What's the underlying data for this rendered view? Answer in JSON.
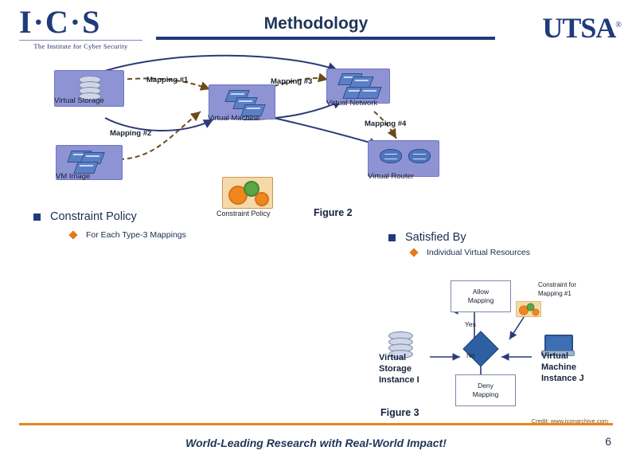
{
  "header": {
    "logo_word": "I·C·S",
    "logo_sub": "The Institute for Cyber Security",
    "title": "Methodology",
    "utsa": "UTSA",
    "utsa_reg": "®"
  },
  "figure2": {
    "nodes": [
      {
        "name": "virtual-storage",
        "label": "Virtual Storage",
        "icon": "database-stack-icon"
      },
      {
        "name": "virtual-machine",
        "label": "Virtual Machine",
        "icon": "network-switch-icon"
      },
      {
        "name": "virtual-network",
        "label": "Virtual Network",
        "icon": "network-switch-icon"
      },
      {
        "name": "vm-image",
        "label": "VM Image",
        "icon": "network-switch-icon"
      },
      {
        "name": "virtual-router",
        "label": "Virtual Router",
        "icon": "router-icon"
      }
    ],
    "edges": [
      {
        "label": "Mapping #1"
      },
      {
        "label": "Mapping #2"
      },
      {
        "label": "Mapping #3"
      },
      {
        "label": "Mapping #4"
      }
    ],
    "policy_icon_label": "Constraint Policy",
    "caption": "Figure 2"
  },
  "bullets": {
    "constraint_policy": "Constraint Policy",
    "constraint_policy_sub": "For Each Type-3 Mappings",
    "satisfied_by": "Satisfied By",
    "satisfied_by_sub": "Individual Virtual Resources"
  },
  "figure3": {
    "allow_box": "Allow\nMapping",
    "deny_box": "Deny\nMapping",
    "constraint_box": "Constraint for\nMapping #1",
    "yes_label": "Yes",
    "no_label": "No",
    "storage_instance": "Virtual\nStorage\nInstance I",
    "machine_instance": "Virtual\nMachine\nInstance J",
    "caption": "Figure 3",
    "credit": "Credit: www.iconarchive.com",
    "icons": {
      "gear": "gears-icon",
      "db": "database-stack-icon",
      "laptop": "laptop-icon",
      "decision": "decision-diamond-icon"
    }
  },
  "footer": {
    "tagline": "World-Leading Research with Real-World Impact!",
    "page_number": "6"
  },
  "colors": {
    "brand_blue": "#1f3b7a",
    "accent_orange": "#e8861c",
    "node_purple": "#8e93d4",
    "arrow_brown": "#6b4a1b",
    "arrow_navy": "#2b3a78"
  }
}
